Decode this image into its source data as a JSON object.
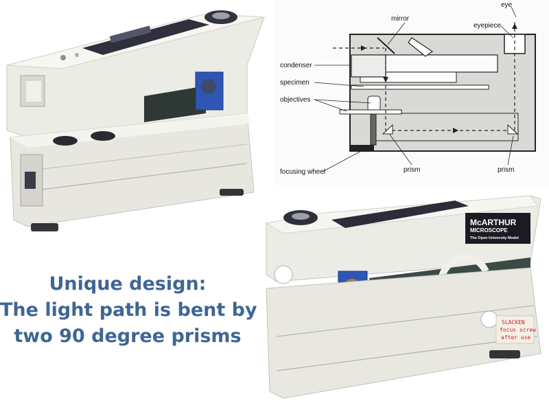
{
  "caption": {
    "line1": "Unique design:",
    "line2": "The light path is bent by",
    "line3": "two 90 degree prisms"
  },
  "diagram": {
    "labels": {
      "mirror": "mirror",
      "eye": "eye",
      "eyepiece": "eyepiece",
      "condenser": "condenser",
      "specimen": "specimen",
      "objectives": "objectives",
      "focusing_wheel": "focusing wheel",
      "prism_left": "prism",
      "prism_right": "prism"
    }
  },
  "device": {
    "logo_line1": "McARTHUR",
    "logo_line2": "MICROSCOPE",
    "logo_line3": "The Open University Model",
    "sticker_line1": "SLACKEN",
    "sticker_line2": "focus screw",
    "sticker_line3": "after use"
  },
  "colors": {
    "caption_blue": "#3f6694",
    "body_white": "#ecece6",
    "filter_blue": "#2f56b4",
    "sticker_red": "#c8281e"
  }
}
